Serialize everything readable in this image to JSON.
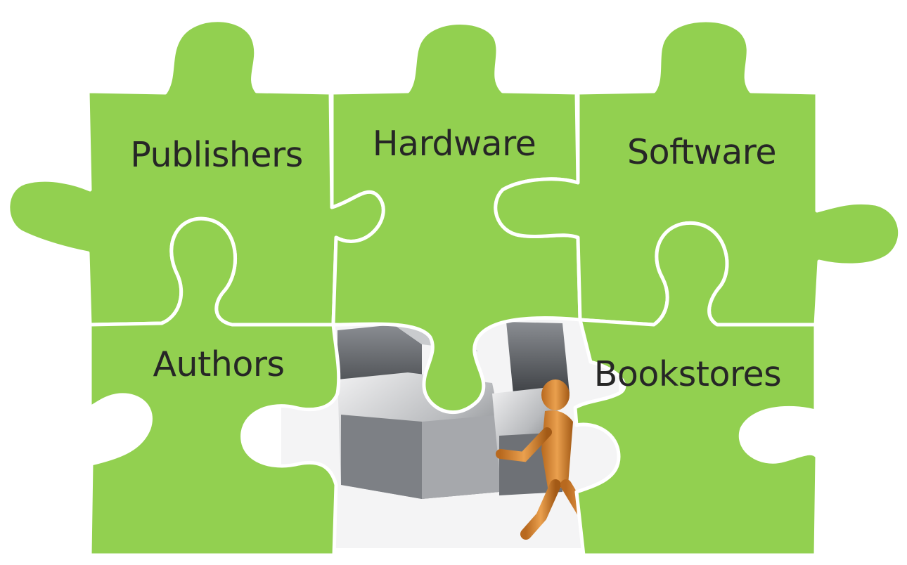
{
  "pieces": {
    "publishers": {
      "label": "Publishers"
    },
    "hardware": {
      "label": "Hardware"
    },
    "software": {
      "label": "Software"
    },
    "authors": {
      "label": "Authors"
    },
    "bookstores": {
      "label": "Bookstores"
    }
  },
  "colors": {
    "piece_fill": "#92d050",
    "piece_outline": "#ffffff",
    "text": "#262626",
    "metal_light": "#d9dadc",
    "metal_dark": "#6e7176",
    "figure_wood": "#d68a3a"
  },
  "illustration": {
    "description_icon": "metal-puzzle-with-wooden-figures-illustration"
  }
}
